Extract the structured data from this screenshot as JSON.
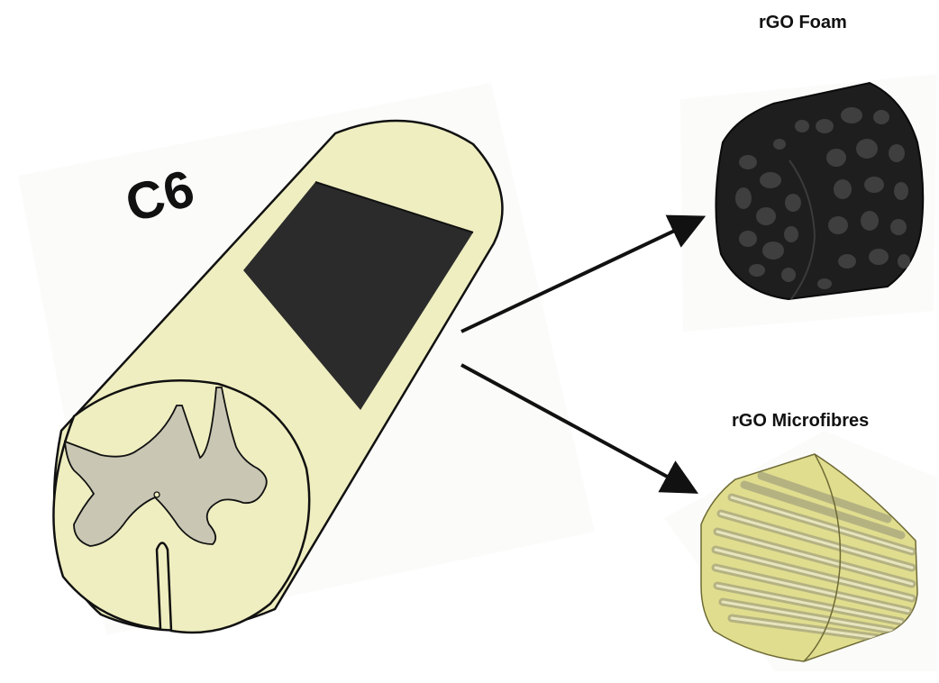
{
  "labels": {
    "segment": "C6",
    "foam": "rGO Foam",
    "fibres": "rGO Microfibres"
  },
  "colors": {
    "cord_fill": "#efeec0",
    "grey_matter": "#c9c7b4",
    "band": "#2b2b2b",
    "foam": "#1e1e1e",
    "fibre_fill": "#e0de8e",
    "outline": "#111111"
  }
}
